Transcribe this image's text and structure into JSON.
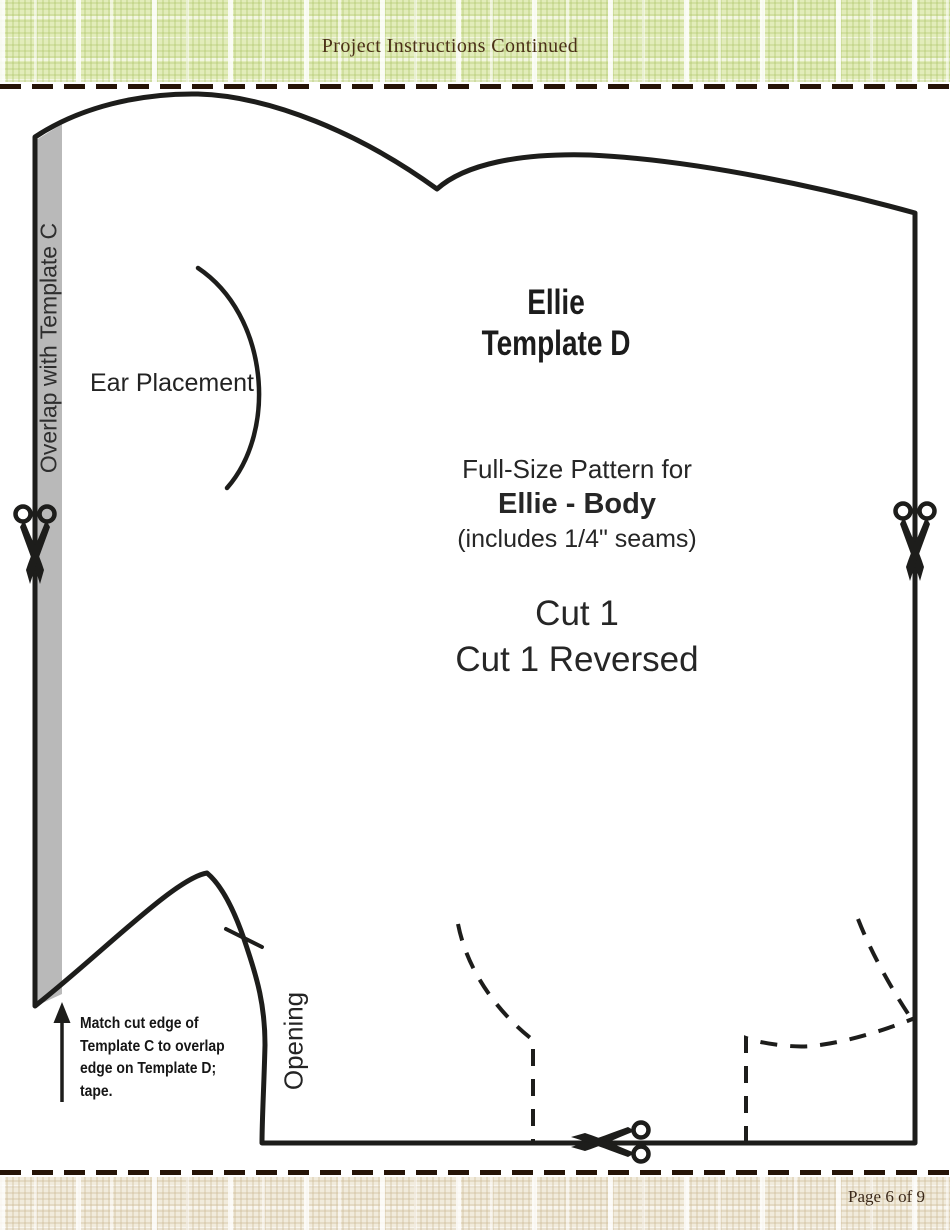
{
  "header": {
    "title": "Project Instructions Continued"
  },
  "footer": {
    "page_label": "Page 6 of 9"
  },
  "pattern": {
    "overlap_strip_label": "Overlap with Template C",
    "ear_placement_label": "Ear Placement",
    "template_title_line1": "Ellie",
    "template_title_line2": "Template D",
    "subtitle_line1": "Full-Size Pattern for",
    "subtitle_line2": "Ellie - Body",
    "subtitle_line3": "(includes 1/4\" seams)",
    "cut_line1": "Cut 1",
    "cut_line2": "Cut 1 Reversed",
    "opening_label": "Opening",
    "note_text": "Match cut edge of\nTemplate C to overlap\nedge on Template D;\ntape."
  },
  "icons": {
    "left_edge": "scissors-icon",
    "right_edge": "scissors-icon",
    "bottom_edge": "scissors-icon",
    "note_pointer": "arrow-up-icon"
  },
  "colors": {
    "band_green": "#e2ecba",
    "band_cream": "#f1ebdc",
    "cutline_brown": "#261407",
    "outline_black": "#1d1d1b",
    "overlap_strip_gray": "#b9b9b9",
    "header_text": "#4b3018"
  }
}
